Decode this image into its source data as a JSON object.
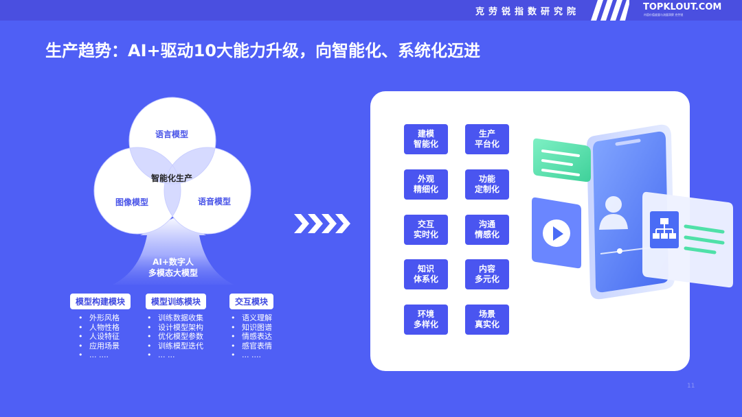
{
  "header": {
    "org_title": "克劳锐指数研究院",
    "brand": "TOPKLOUT.COM",
    "brand_sub": "内容价值度量与流量洞察 克劳锐"
  },
  "title": "生产趋势：AI+驱动10大能力升级，向智能化、系统化迈进",
  "venn": {
    "top": "语言模型",
    "left": "图像模型",
    "right": "语音模型",
    "center": "智能化生产",
    "arrow_line1": "AI+数字人",
    "arrow_line2": "多模态大模型"
  },
  "modules": [
    {
      "tag": "模型构建模块",
      "items": [
        "外形风格",
        "人物性格",
        "人设特征",
        "应用场景",
        "... ...."
      ]
    },
    {
      "tag": "模型训练模块",
      "items": [
        "训练数据收集",
        "设计模型架构",
        "优化模型参数",
        "训练模型迭代",
        "... ..."
      ]
    },
    {
      "tag": "交互模块",
      "items": [
        "语义理解",
        "知识图谱",
        "情感表达",
        "感官表情",
        "... ...."
      ]
    }
  ],
  "capabilities": [
    "建模\n智能化",
    "生产\n平台化",
    "外观\n精细化",
    "功能\n定制化",
    "交互\n实时化",
    "沟通\n情感化",
    "知识\n体系化",
    "内容\n多元化",
    "环境\n多样化",
    "场景\n真实化"
  ],
  "colors": {
    "background": "#4f5ff5",
    "accent": "#4a55f0",
    "card": "#ffffff",
    "illustration_green": "#5fe3b0"
  },
  "page_number": "11"
}
